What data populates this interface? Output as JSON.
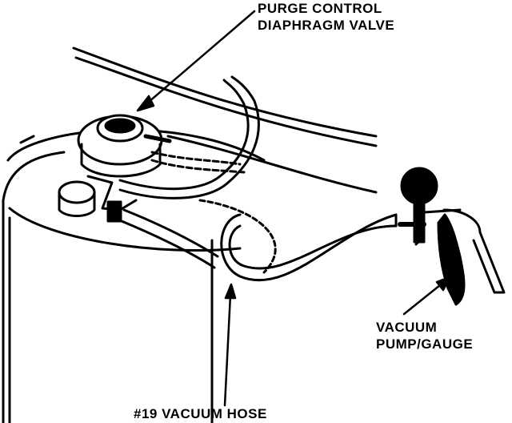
{
  "labels": {
    "purge_line1": "PURGE CONTROL",
    "purge_line2": "DIAPHRAGM VALVE",
    "pump_line1": "VACUUM",
    "pump_line2": "PUMP/GAUGE",
    "hose": "#19 VACUUM HOSE"
  },
  "colors": {
    "ink": "#000000",
    "paper": "#ffffff"
  }
}
